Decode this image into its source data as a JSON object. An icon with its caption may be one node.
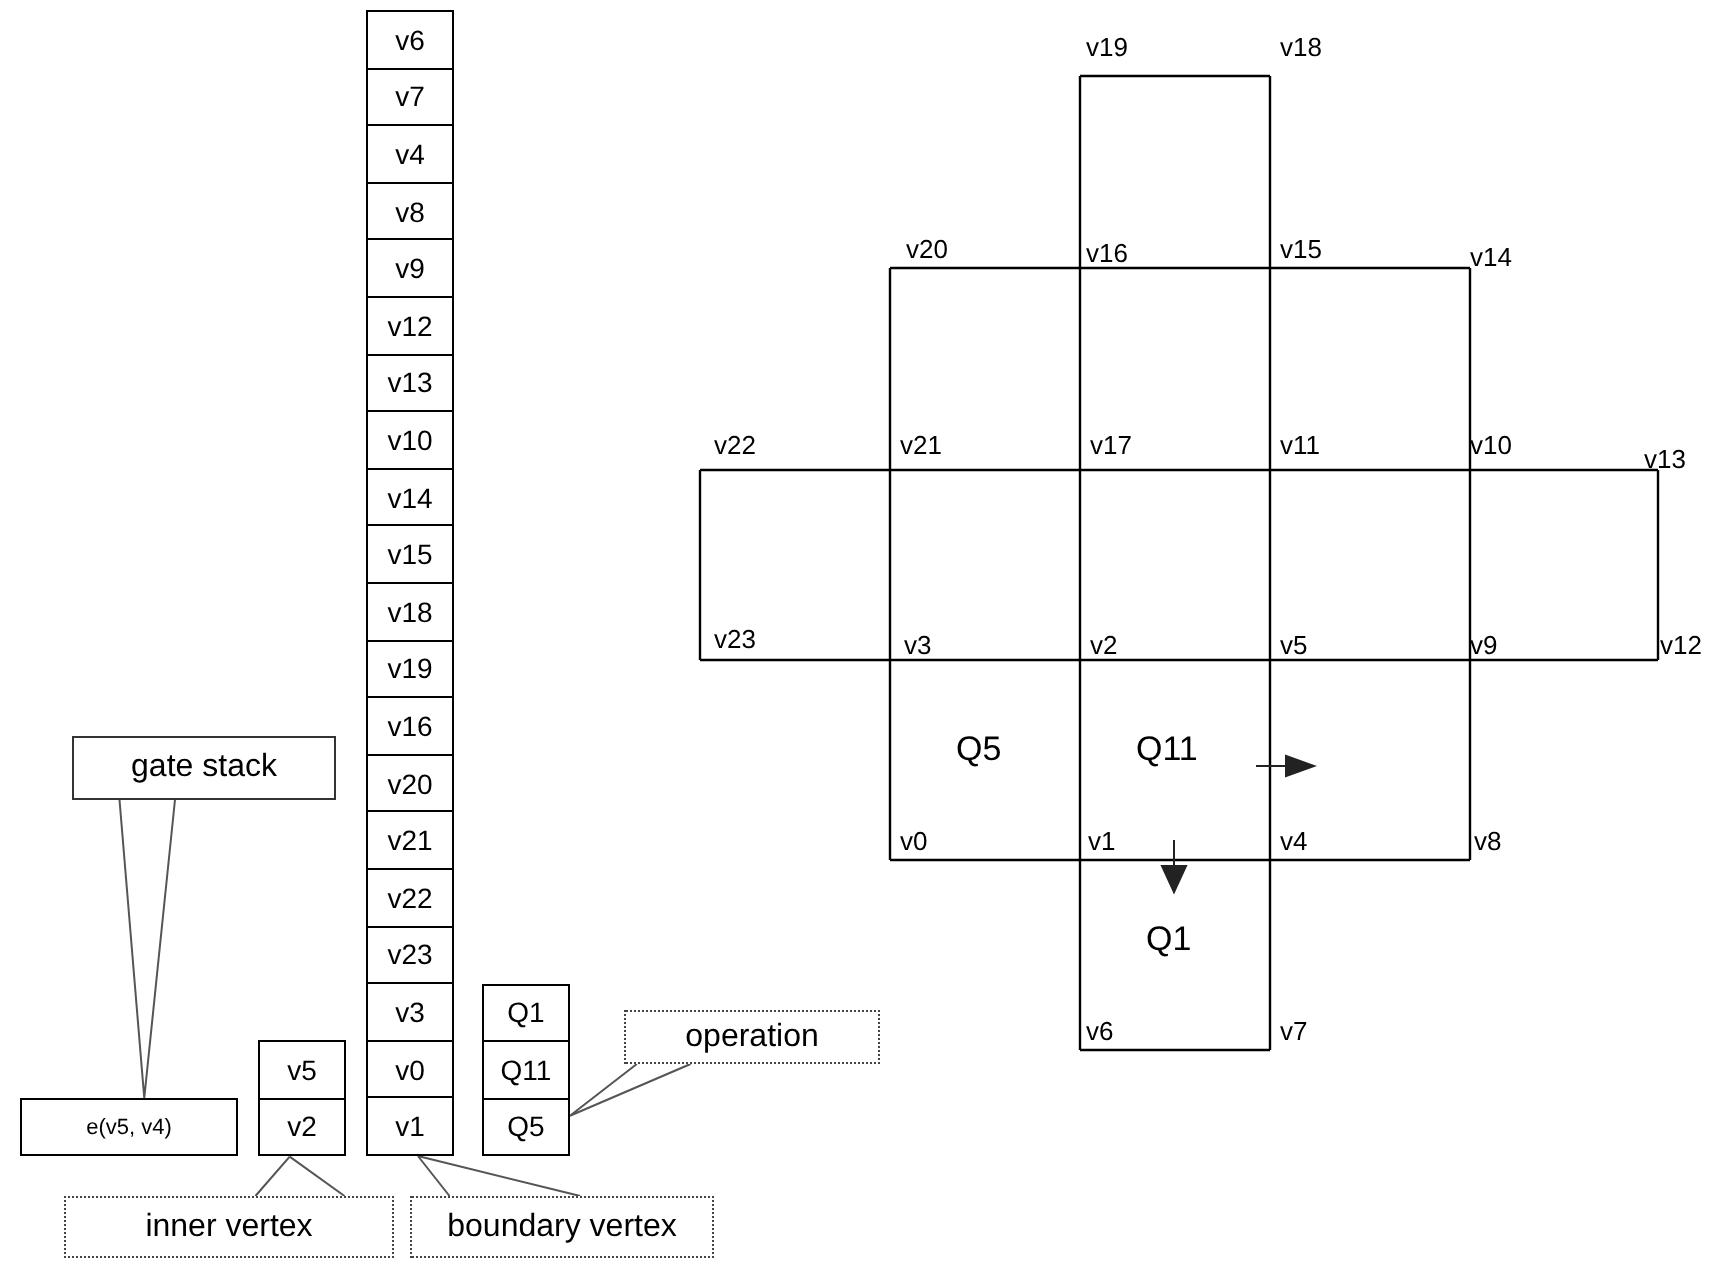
{
  "diagram": {
    "nodes": [
      {
        "text": [
          "v6"
        ]
      },
      {
        "text": [
          "v7"
        ]
      },
      {
        "text": [
          "v4"
        ]
      },
      {
        "text": [
          "v8"
        ]
      },
      {
        "text": [
          "v9"
        ]
      },
      {
        "text": [
          "v12"
        ]
      },
      {
        "text": [
          "v13"
        ]
      },
      {
        "text": [
          "v10"
        ]
      },
      {
        "text": [
          "v14"
        ]
      },
      {
        "text": [
          "v15"
        ]
      },
      {
        "text": [
          "v18"
        ]
      },
      {
        "text": [
          "v19"
        ]
      },
      {
        "text": [
          "v16"
        ]
      },
      {
        "text": [
          "v20"
        ]
      },
      {
        "text": [
          "v21"
        ]
      },
      {
        "text": [
          "v22"
        ]
      },
      {
        "text": [
          "v23"
        ]
      },
      {
        "text": [
          "v3"
        ]
      },
      {
        "text": [
          "v0"
        ]
      },
      {
        "text": [
          "v1"
        ]
      },
      {
        "text": [
          "Q1"
        ]
      },
      {
        "text": [
          "Q11"
        ]
      },
      {
        "text": [
          "Q5"
        ]
      },
      {
        "text": [
          "v5"
        ]
      },
      {
        "text": [
          "v2"
        ]
      },
      {
        "text": [
          "e(v5, v4)"
        ]
      },
      {
        "text": [
          "gate stack"
        ]
      },
      {
        "text": [
          "operation"
        ]
      },
      {
        "text": [
          "inner vertex"
        ]
      },
      {
        "text": [
          "boundary vertex"
        ]
      }
    ],
    "edges": [
      {
        "from": 26,
        "to": 25,
        "arrow": "none"
      },
      {
        "from": 27,
        "to": 22,
        "arrow": "none"
      },
      {
        "from": 28,
        "to": 24,
        "arrow": "none"
      },
      {
        "from": 29,
        "to": 19,
        "arrow": "none"
      }
    ],
    "labels": [
      "v19",
      "v18",
      "v20",
      "v16",
      "v15",
      "v14",
      "v22",
      "v21",
      "v17",
      "v11",
      "v10",
      "v13",
      "v23",
      "v3",
      "v2",
      "v5",
      "v9",
      "v12",
      "Q5",
      "Q11",
      "v0",
      "v1",
      "v4",
      "v8",
      "Q1",
      "v6",
      "v7"
    ]
  }
}
